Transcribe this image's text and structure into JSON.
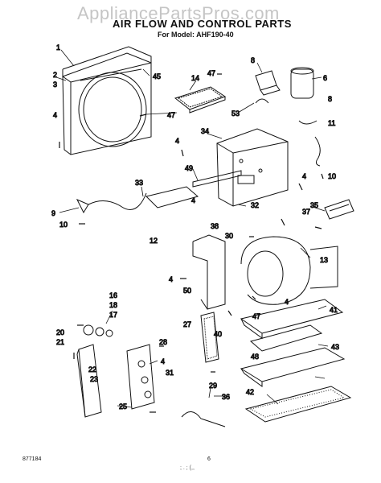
{
  "header": {
    "watermark": "AppliancePartsPros.com",
    "title": "AIR FLOW AND CONTROL PARTS",
    "subtitle": "For Model: AHF190-40"
  },
  "callouts": [
    "1",
    "2",
    "3",
    "4",
    "45",
    "14",
    "47",
    "8",
    "6",
    "53",
    "47",
    "8",
    "11",
    "34",
    "4",
    "49",
    "10",
    "33",
    "4",
    "9",
    "10",
    "12",
    "38",
    "32",
    "4",
    "35",
    "37",
    "30",
    "13",
    "16",
    "18",
    "17",
    "4",
    "50",
    "47",
    "4",
    "20",
    "21",
    "22",
    "23",
    "28",
    "4",
    "27",
    "40",
    "41",
    "48",
    "43",
    "42",
    "31",
    "29",
    "36",
    "25"
  ],
  "footer": {
    "code": "877184",
    "page": "6",
    "smudge": "; . ; (,,"
  },
  "colors": {
    "ink": "#111111",
    "watermark": "#969696",
    "background": "#ffffff"
  }
}
